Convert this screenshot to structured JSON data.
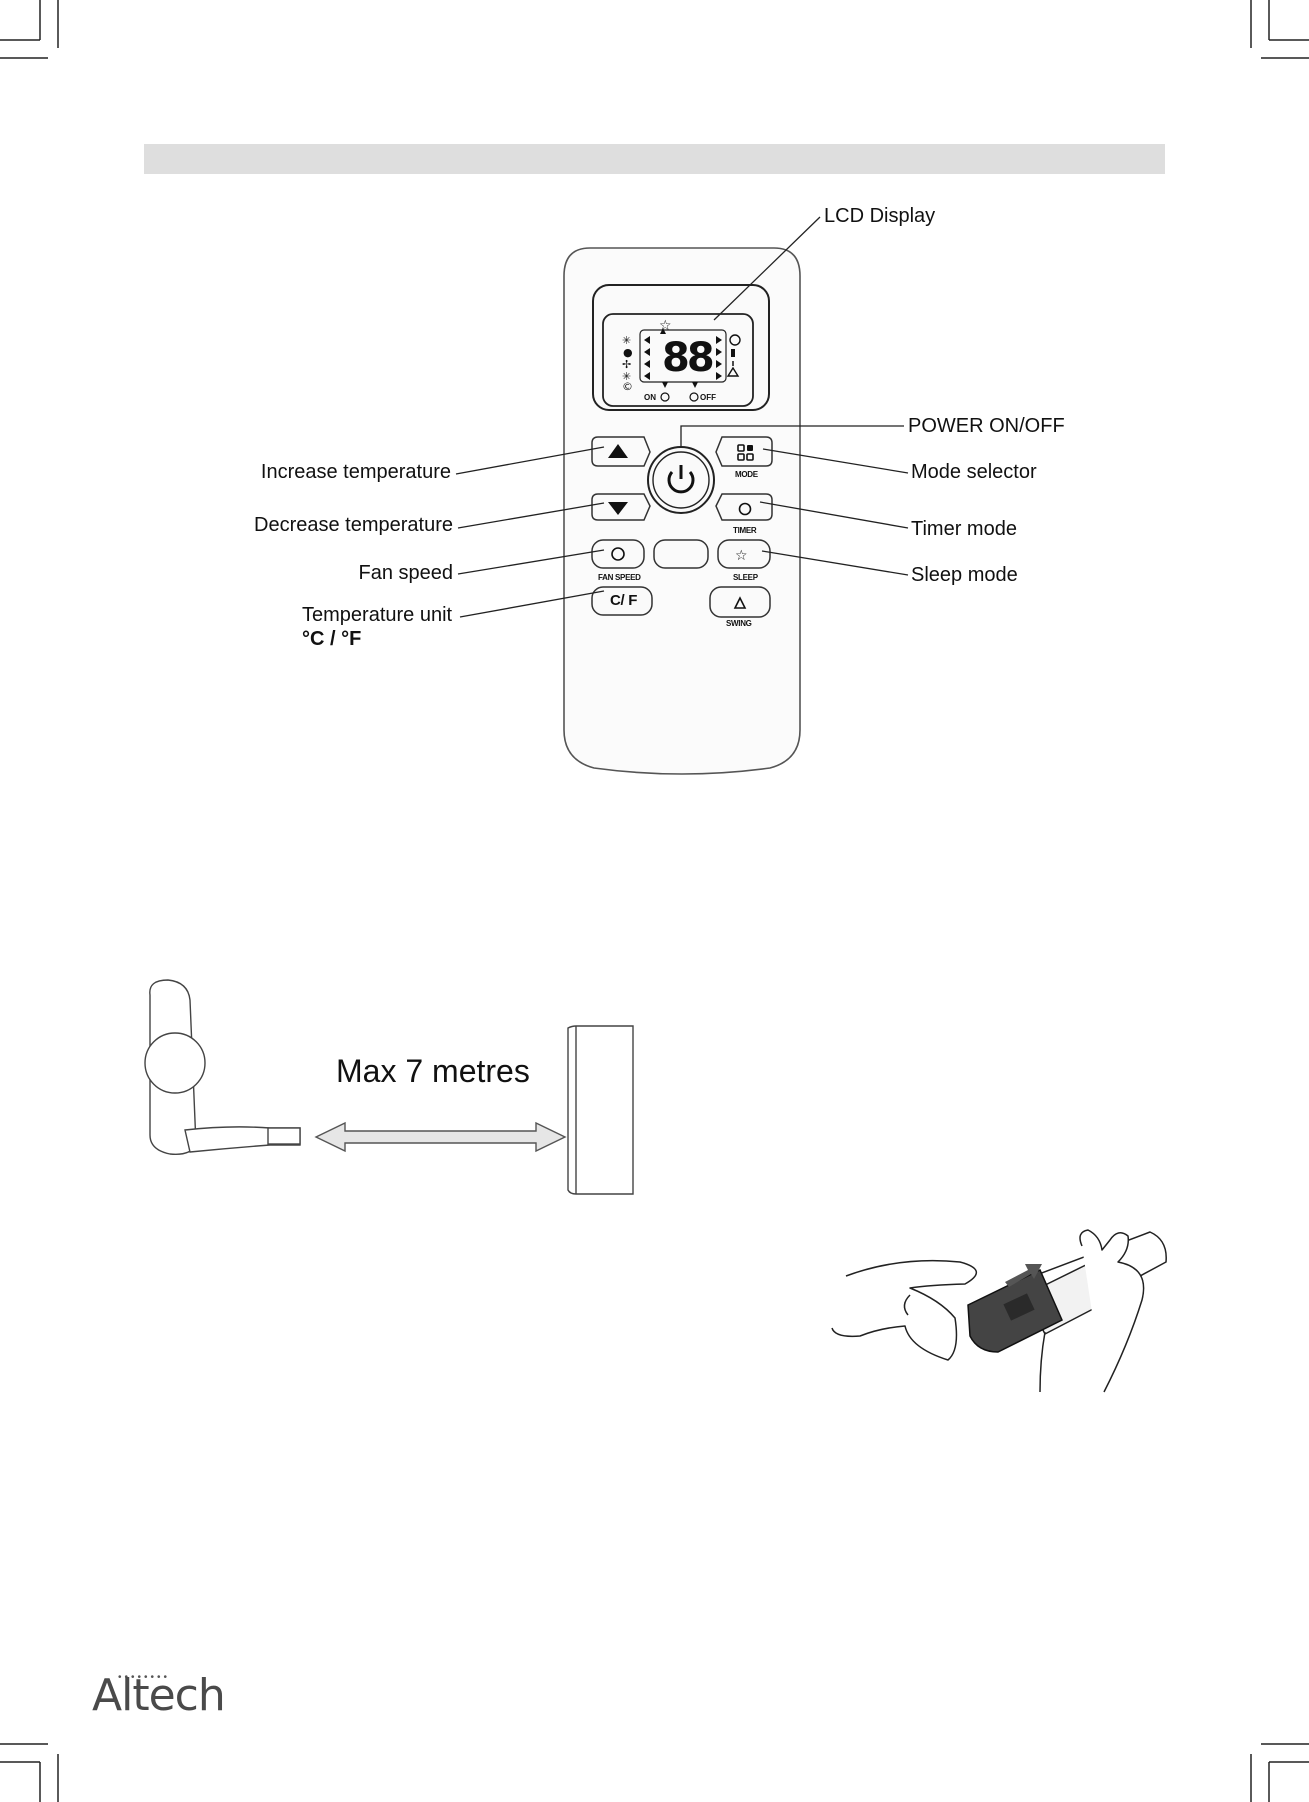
{
  "remote": {
    "lcd_label": "LCD Display",
    "lcd": {
      "digits": "88",
      "on_label": "ON",
      "off_label": "OFF"
    },
    "buttons": {
      "mode": "MODE",
      "timer": "TIMER",
      "fan_speed": "FAN SPEED",
      "sleep": "SLEEP",
      "unit": "C/ F",
      "swing": "SWING"
    },
    "callouts": {
      "power": "POWER ON/OFF",
      "increase": "Increase temperature",
      "decrease": "Decrease temperature",
      "fan": "Fan speed",
      "temp_unit": "Temperature unit",
      "temp_unit_sub": "°C / °F",
      "mode": "Mode selector",
      "timer": "Timer mode",
      "sleep": "Sleep mode"
    }
  },
  "distance": {
    "label": "Max 7 metres"
  },
  "brand": {
    "logo": "Altech"
  }
}
